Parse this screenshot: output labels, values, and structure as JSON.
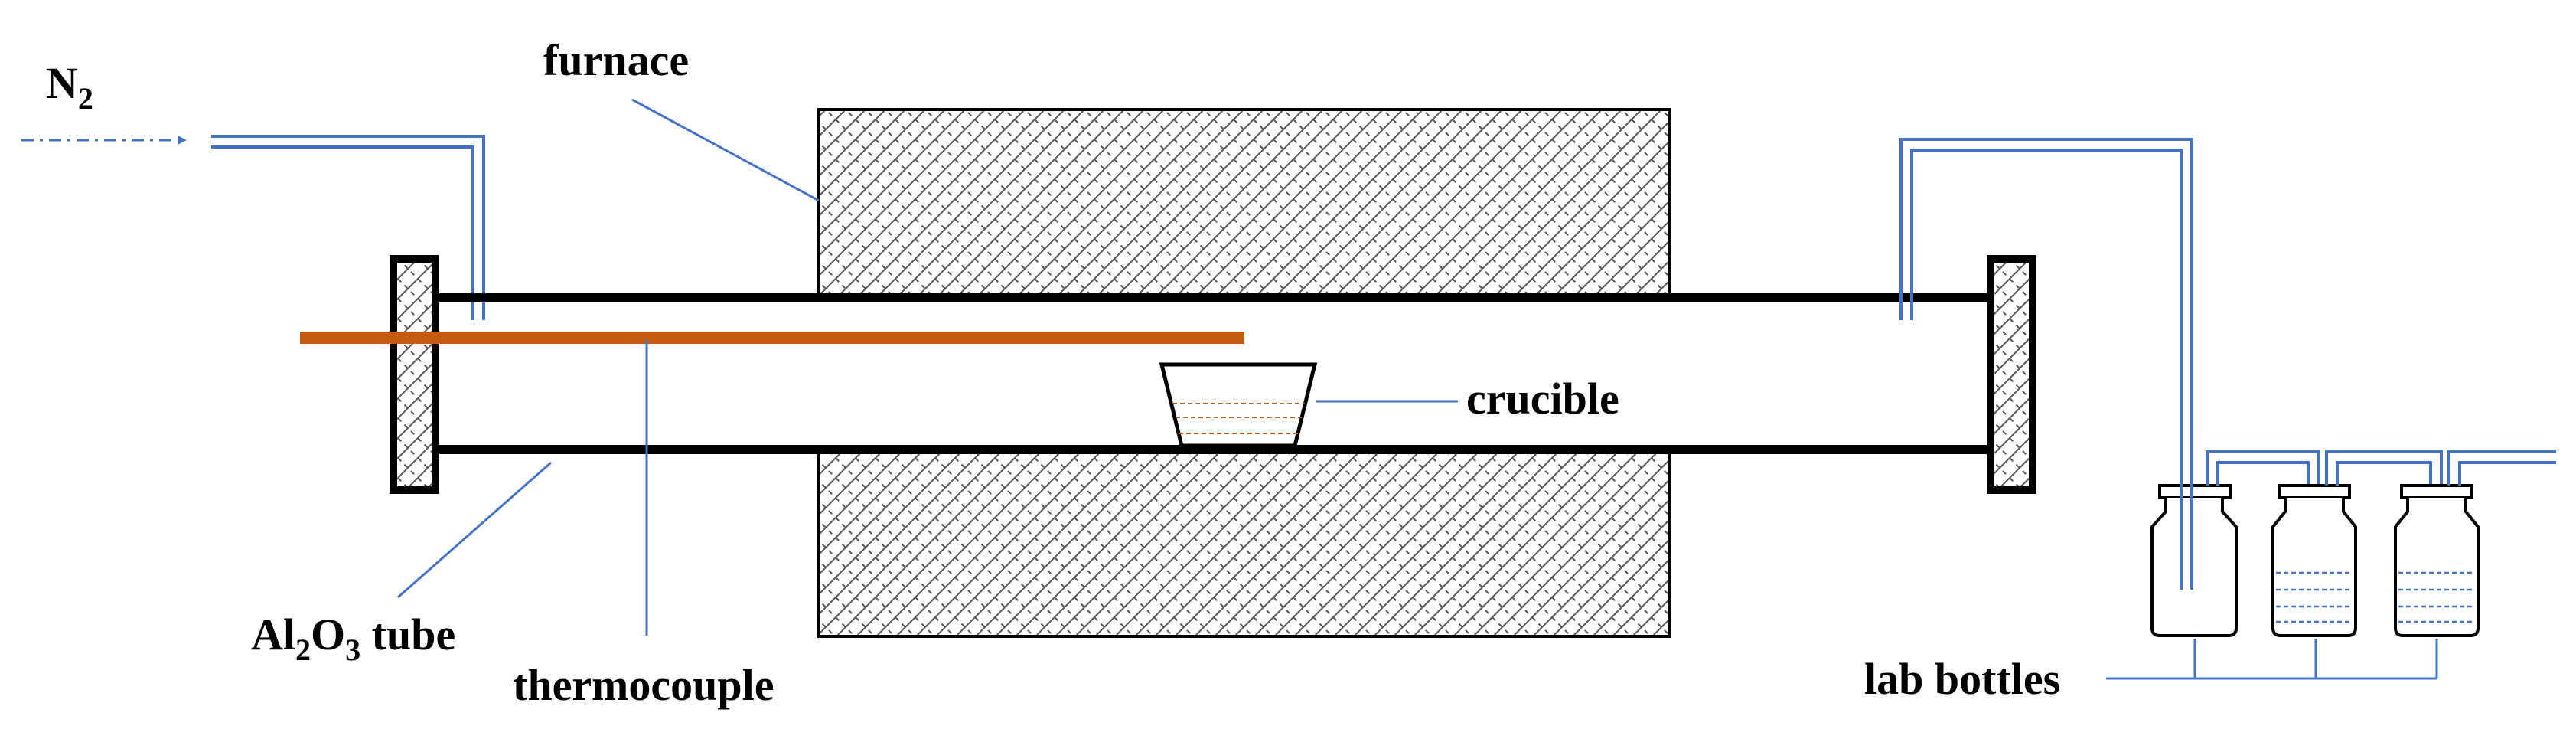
{
  "labels": {
    "gas": "N",
    "gas_sub": "2",
    "furnace": "furnace",
    "crucible": "crucible",
    "tube_a": "Al",
    "tube_sub1": "2",
    "tube_b": "O",
    "tube_sub2": "3",
    "tube_c": " tube",
    "thermocouple": "thermocouple",
    "bottles": "lab bottles"
  },
  "colors": {
    "line": "#000000",
    "gas_pipe": "#4472c4",
    "thermocouple": "#c55a11",
    "leader": "#4472c4"
  }
}
